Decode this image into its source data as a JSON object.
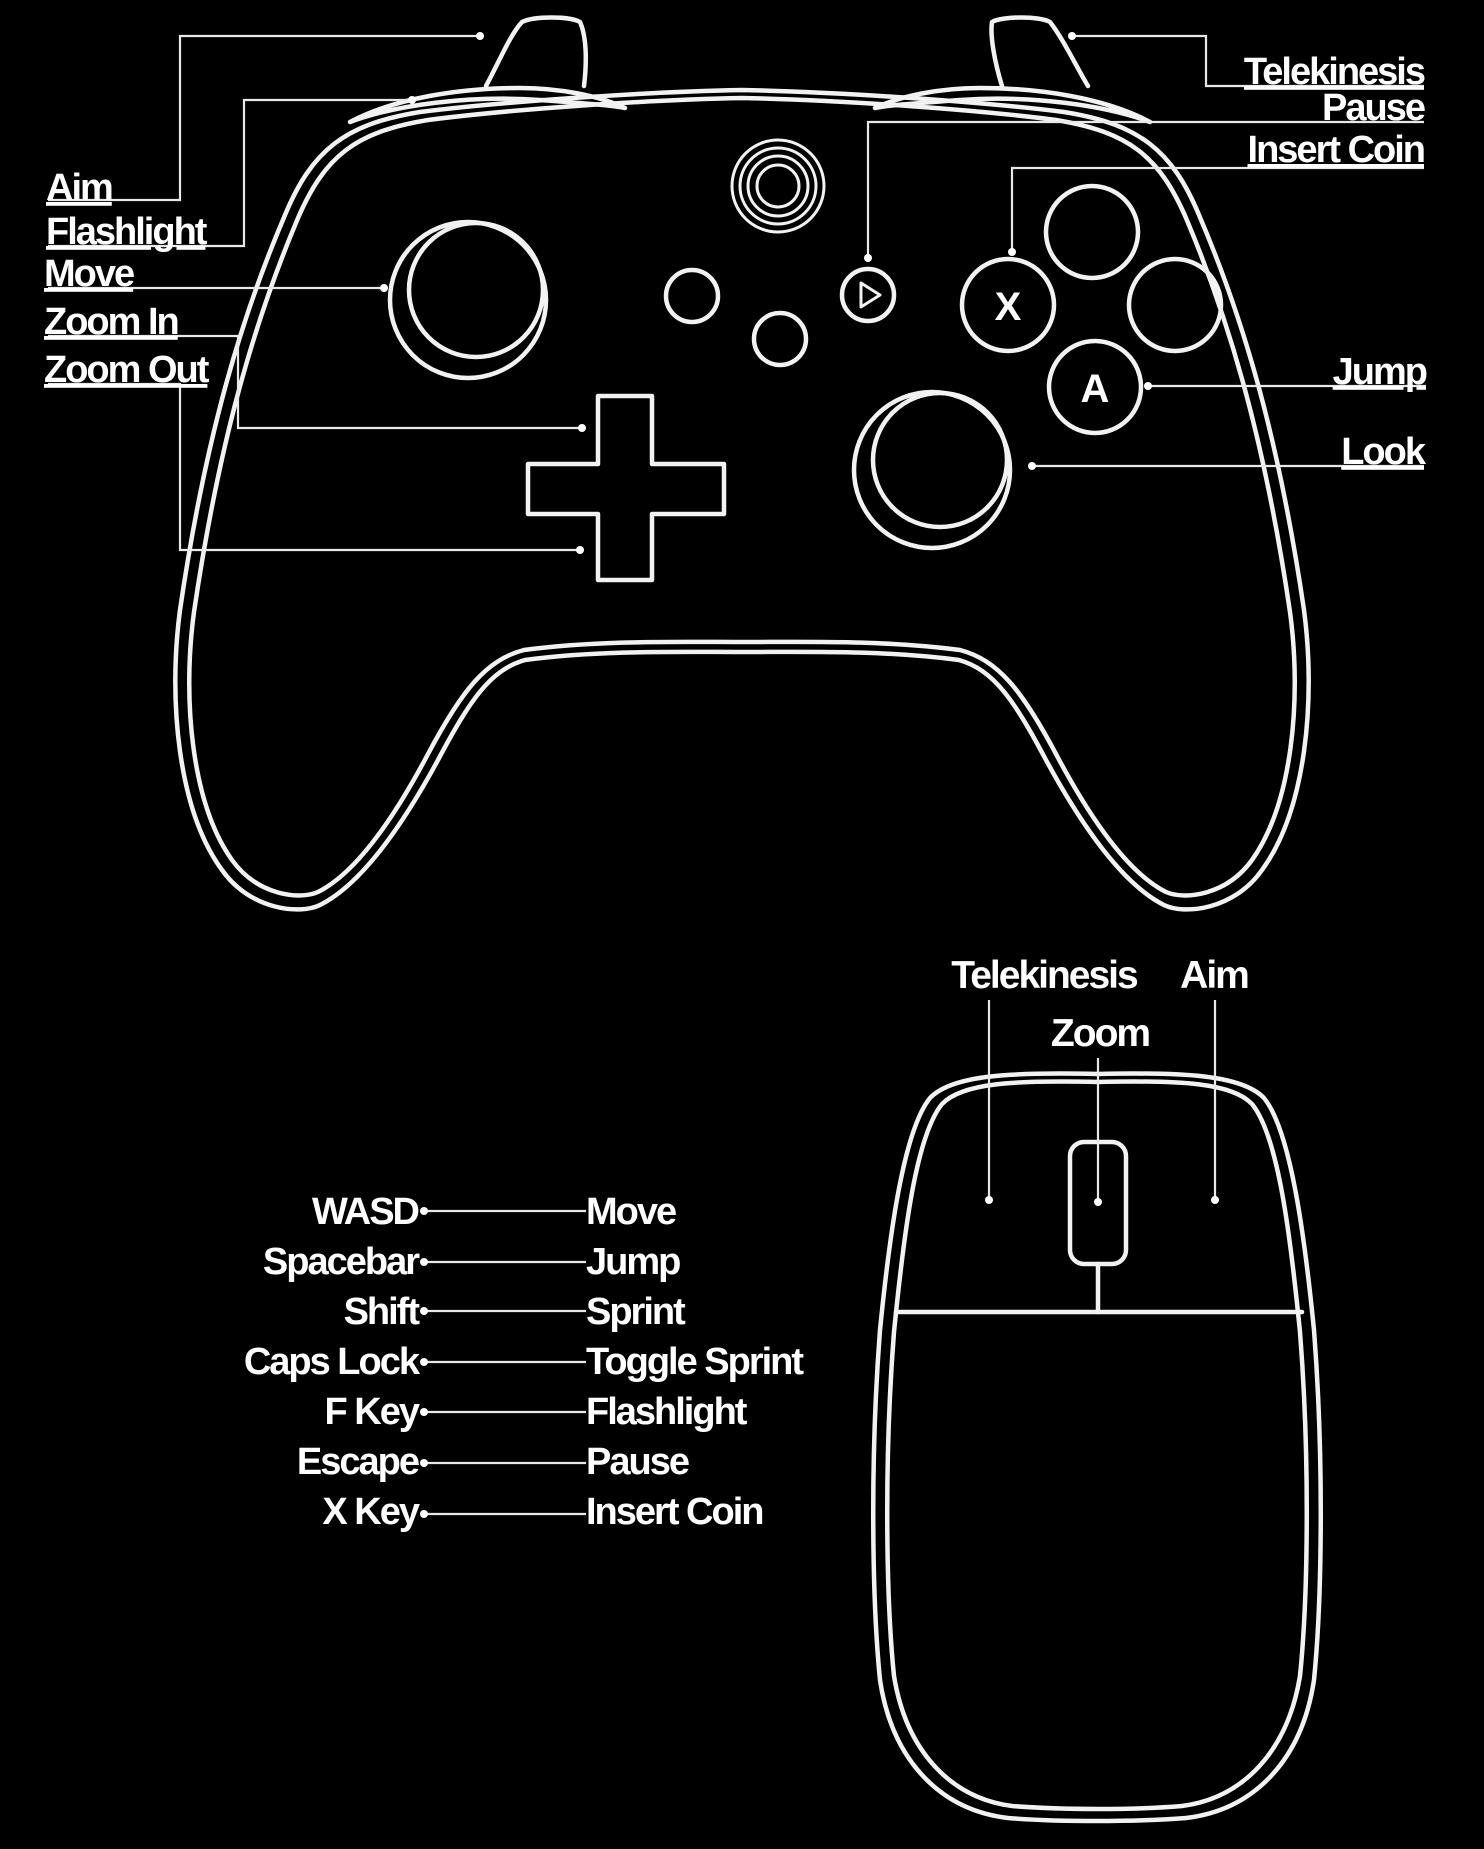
{
  "controller": {
    "labels_left": {
      "aim": "Aim",
      "flashlight": "Flashlight",
      "move": "Move",
      "zoom_in": "Zoom In",
      "zoom_out": "Zoom Out"
    },
    "labels_right": {
      "telekinesis": "Telekinesis",
      "pause": "Pause",
      "insert_coin": "Insert Coin",
      "jump": "Jump",
      "look": "Look"
    },
    "face_buttons": {
      "x": "X",
      "a": "A"
    }
  },
  "mouse": {
    "left_button": "Telekinesis",
    "right_button": "Aim",
    "wheel": "Zoom"
  },
  "keyboard": {
    "bindings": [
      {
        "key": "WASD",
        "action": "Move"
      },
      {
        "key": "Spacebar",
        "action": "Jump"
      },
      {
        "key": "Shift",
        "action": "Sprint"
      },
      {
        "key": "Caps Lock",
        "action": "Toggle Sprint"
      },
      {
        "key": "F Key",
        "action": "Flashlight"
      },
      {
        "key": "Escape",
        "action": "Pause"
      },
      {
        "key": "X Key",
        "action": "Insert Coin"
      }
    ]
  },
  "colors": {
    "background": "#000000",
    "line": "#f2f2f2",
    "text": "#ffffff"
  }
}
